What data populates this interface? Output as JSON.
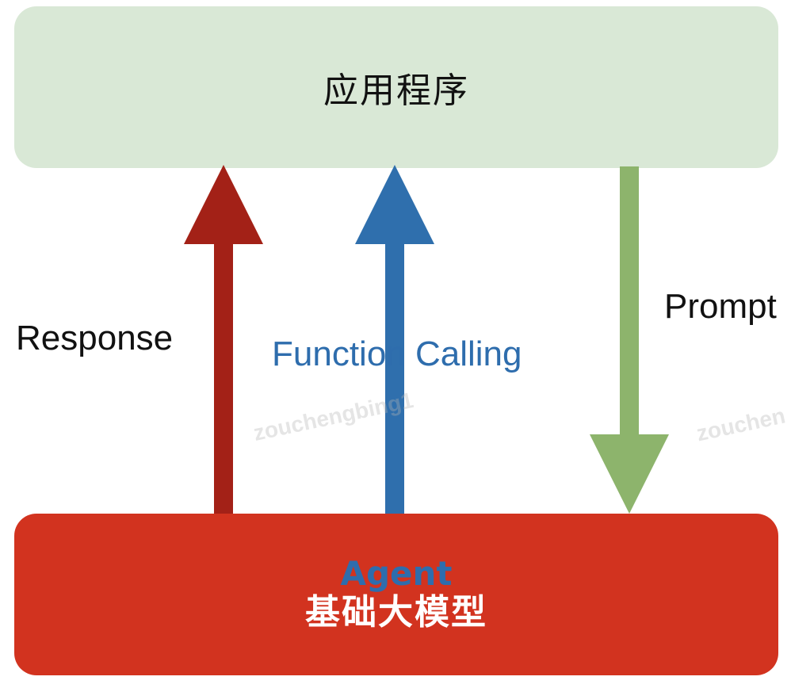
{
  "top_box": {
    "label": "应用程序"
  },
  "bottom_box": {
    "agent_label": "Agent",
    "model_label": "基础大模型"
  },
  "arrows": [
    {
      "label": "Response",
      "direction": "up",
      "color": "#a32117"
    },
    {
      "label": "Function Calling",
      "direction": "up",
      "color": "#2f6fad"
    },
    {
      "label": "Prompt",
      "direction": "down",
      "color": "#8db46c"
    }
  ],
  "colors": {
    "top_box": "#d9e8d6",
    "bottom_box": "#d2331f",
    "agent_text": "#2e6dad"
  },
  "watermark": {
    "text_1": "zouchengbing1",
    "text_2": "zouchen"
  }
}
